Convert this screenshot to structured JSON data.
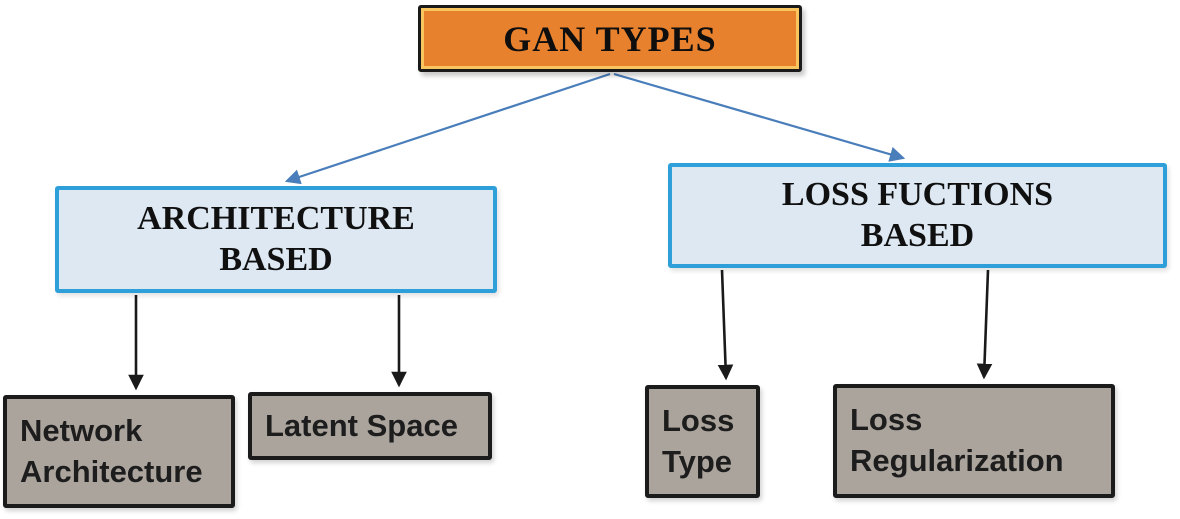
{
  "diagram_title": "GAN TYPES",
  "nodes": {
    "root": {
      "label": "GAN TYPES"
    },
    "architecture_based": {
      "label": "ARCHITECTURE\nBASED"
    },
    "loss_functions_based": {
      "label": "LOSS FUCTIONS\nBASED"
    },
    "network_architecture": {
      "label": "Network\nArchitecture"
    },
    "latent_space": {
      "label": "Latent Space"
    },
    "loss_type": {
      "label": "Loss\nType"
    },
    "loss_regularization": {
      "label": "Loss\nRegularization"
    }
  },
  "edges": [
    {
      "from": "GAN TYPES",
      "to": "ARCHITECTURE BASED",
      "style": "blue-arrow"
    },
    {
      "from": "GAN TYPES",
      "to": "LOSS FUCTIONS BASED",
      "style": "blue-arrow"
    },
    {
      "from": "ARCHITECTURE BASED",
      "to": "Network Architecture",
      "style": "black-arrow"
    },
    {
      "from": "ARCHITECTURE BASED",
      "to": "Latent Space",
      "style": "black-arrow"
    },
    {
      "from": "LOSS FUCTIONS BASED",
      "to": "Loss Type",
      "style": "black-arrow"
    },
    {
      "from": "LOSS FUCTIONS BASED",
      "to": "Loss Regularization",
      "style": "black-arrow"
    }
  ],
  "colors": {
    "root_fill": "#e8812e",
    "root_border": "#1a1a1a",
    "root_inner_highlight": "#f9c55f",
    "branch_fill": "#dde8f3",
    "branch_border": "#2e9fd9",
    "leaf_fill": "#aba49d",
    "leaf_border": "#1b1b1b",
    "connector_blue": "#4a7ebb",
    "connector_black": "#1a1a1a",
    "text_dark": "#161616",
    "background": "#ffffff"
  }
}
